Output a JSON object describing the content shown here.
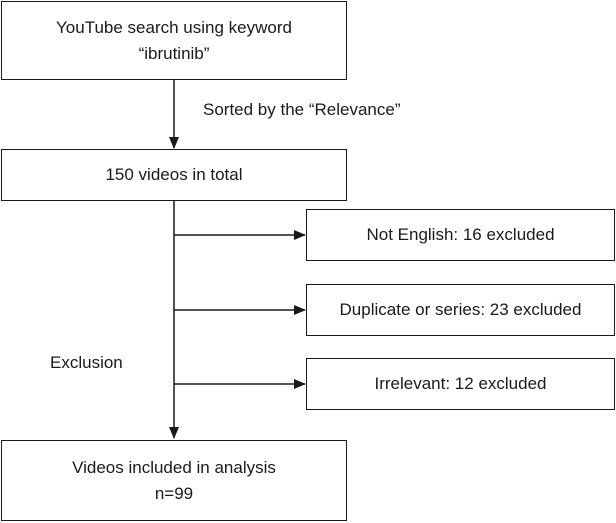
{
  "boxes": {
    "search": {
      "line1": "YouTube search using keyword",
      "line2": "“ibrutinib”"
    },
    "total": {
      "text": "150 videos in total"
    },
    "not_english": {
      "text": "Not English: 16 excluded"
    },
    "duplicate": {
      "text": "Duplicate or series: 23 excluded"
    },
    "irrelevant": {
      "text": "Irrelevant: 12 excluded"
    },
    "included": {
      "line1": "Videos included in analysis",
      "line2": "n=99"
    }
  },
  "labels": {
    "sorted": "Sorted by the “Relevance”",
    "exclusion": "Exclusion"
  }
}
